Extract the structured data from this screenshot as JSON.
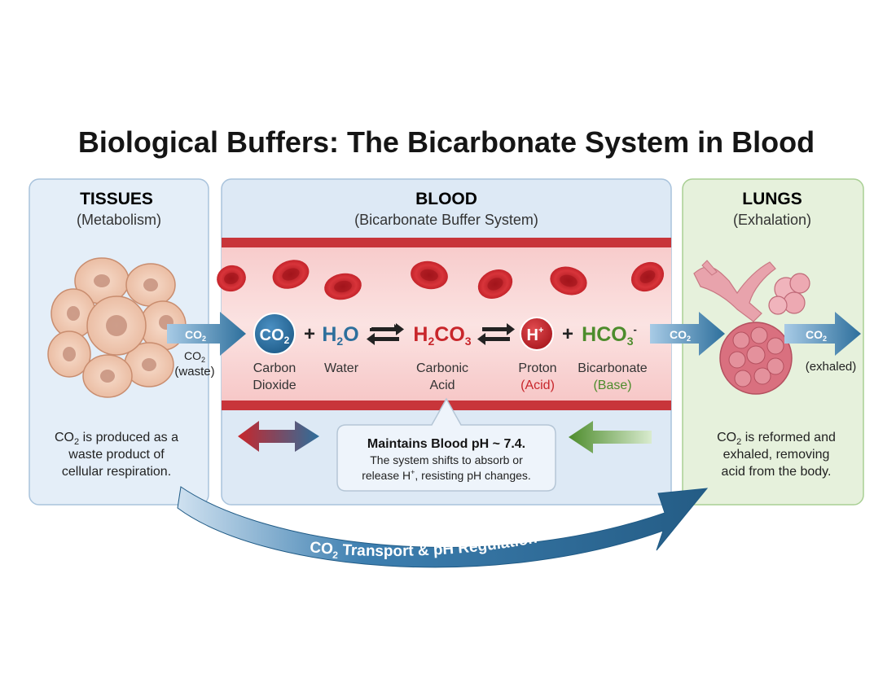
{
  "title": "Biological Buffers: The Bicarbonate System in Blood",
  "panels": {
    "tissues": {
      "heading": "TISSUES",
      "subheading": "(Metabolism)",
      "arrow_label": "CO",
      "waste_co": "CO",
      "waste_word": "(waste)",
      "desc_l1_co": "CO",
      "desc_l1_rest": " is produced as a",
      "desc_l2": "waste product of",
      "desc_l3": "cellular respiration."
    },
    "blood": {
      "heading": "BLOOD",
      "subheading": "(Bicarbonate Buffer System)"
    },
    "lungs": {
      "heading": "LUNGS",
      "subheading": "(Exhalation)",
      "in_arrow_label": "CO",
      "out_arrow_label": "CO",
      "exhaled": "(exhaled)",
      "desc_l1_co": "CO",
      "desc_l1_rest": " is reformed and",
      "desc_l2": "exhaled, removing",
      "desc_l3": "acid from the body."
    }
  },
  "equation": {
    "co2_main": "CO",
    "plus1": "+",
    "h2o_h": "H",
    "h2o_o": "O",
    "h2co3_h": "H",
    "h2co3_co": "CO",
    "proton": "H",
    "plus2": "+",
    "hco3": "HCO",
    "sub2": "2",
    "sub3": "3",
    "sup_plus": "+",
    "sup_minus": "-"
  },
  "labels": {
    "carbon": "Carbon",
    "dioxide": "Dioxide",
    "water": "Water",
    "carbonic": "Carbonic",
    "acid": "Acid",
    "proton": "Proton",
    "proton_acid": "(Acid)",
    "bicarbonate": "Bicarbonate",
    "bicarbonate_base": "(Base)"
  },
  "callout": {
    "bold": "Maintains Blood pH ~ 7.4.",
    "line1": "The system shifts to absorb or",
    "line2_a": "release H",
    "line2_b": ", resisting pH changes."
  },
  "transport": {
    "co": "CO",
    "rest": " Transport & pH Regulation"
  },
  "colors": {
    "blue": "#2d6f9c",
    "red": "#c8262b",
    "green": "#4d8c2c",
    "tissue_bg": "#e4eef8",
    "blood_bg": "#dde9f5",
    "lungs_bg": "#e6f1dc"
  }
}
